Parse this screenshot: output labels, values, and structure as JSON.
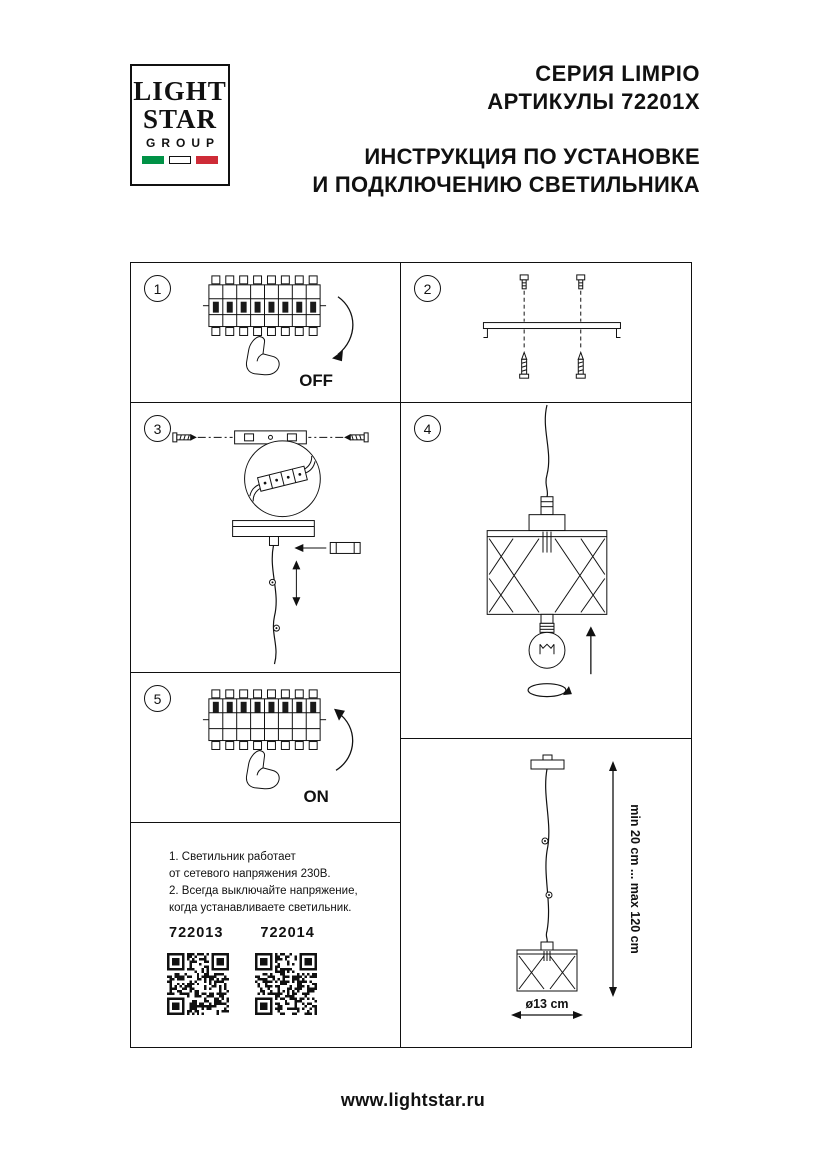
{
  "logo": {
    "line1": "LIGHT",
    "line2": "STAR",
    "line3": "GROUP"
  },
  "header": {
    "series": "СЕРИЯ LIMPIO",
    "articles": "АРТИКУЛЫ 72201X",
    "title_line1": "ИНСТРУКЦИЯ ПО УСТАНОВКЕ",
    "title_line2": "И ПОДКЛЮЧЕНИЮ СВЕТИЛЬНИКА"
  },
  "steps": {
    "s1": {
      "number": "1",
      "label": "OFF"
    },
    "s2": {
      "number": "2"
    },
    "s3": {
      "number": "3"
    },
    "s4": {
      "number": "4"
    },
    "s5": {
      "number": "5",
      "label": "ON"
    }
  },
  "figures": {
    "step1": "circuit-breakers-switched-off",
    "step2": "mounting-bracket-and-screws",
    "step3": "ceiling-plate-and-wiring-detail",
    "step4": "shade-and-bulb-assembly",
    "step5": "circuit-breakers-switched-on",
    "dims": "pendant-lamp-dimensions"
  },
  "notes": {
    "line1": "1. Светильник работает",
    "line2": "от сетевого напряжения 230В.",
    "line3": "2. Всегда выключайте напряжение,",
    "line4": "когда устанавливаете светильник.",
    "article_left": "722013",
    "article_right": "722014"
  },
  "dimensions": {
    "height": "min 20 cm ... max 120 cm",
    "diameter": "ø13 cm"
  },
  "footer": {
    "url": "www.lightstar.ru"
  },
  "colors": {
    "ink": "#111111",
    "flag_green": "#009246",
    "flag_red": "#ce2b37"
  }
}
